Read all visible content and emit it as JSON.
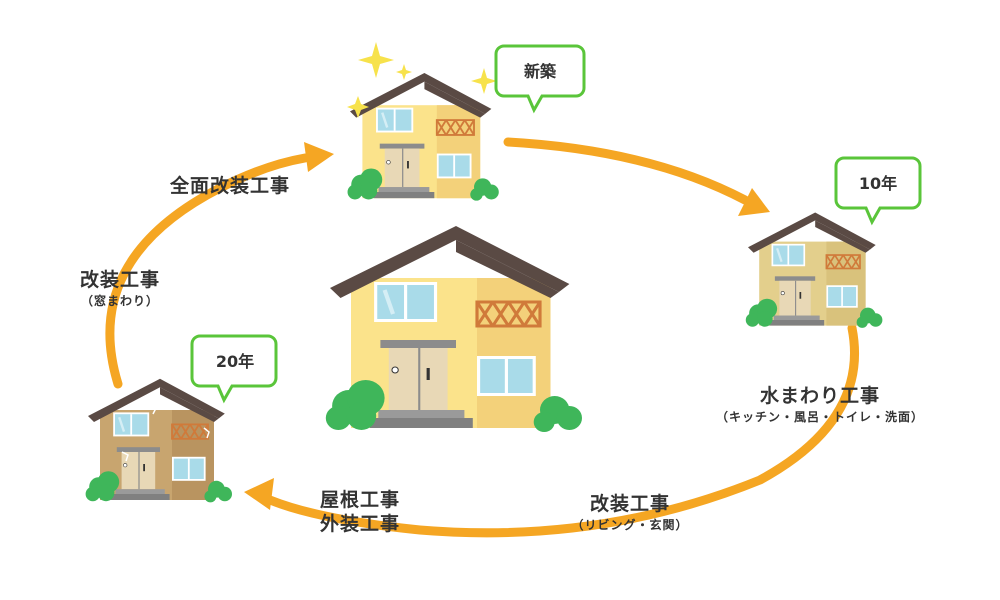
{
  "stages": {
    "new": "新築",
    "ten_years": "10年",
    "twenty_years": "20年"
  },
  "works": {
    "water": {
      "title": "水まわり工事",
      "detail": "（キッチン・風呂・トイレ・洗面）"
    },
    "interior": {
      "title": "改装工事",
      "detail": "（リビング・玄関）"
    },
    "exterior": {
      "line1": "屋根工事",
      "line2": "外装工事"
    },
    "window": {
      "title": "改装工事",
      "detail": "（窓まわり）"
    },
    "full": {
      "title": "全面改装工事"
    }
  },
  "colors": {
    "arrow": "#f5a623",
    "bubble_border": "#5ac53a",
    "wall_new": "#fbe38b",
    "wall_10": "#e3cf8c",
    "wall_20": "#c8a56f",
    "roof": "#5a4a44",
    "bush": "#3fb65a",
    "window": "#a9dbe9",
    "sparkle": "#f7e24b"
  }
}
